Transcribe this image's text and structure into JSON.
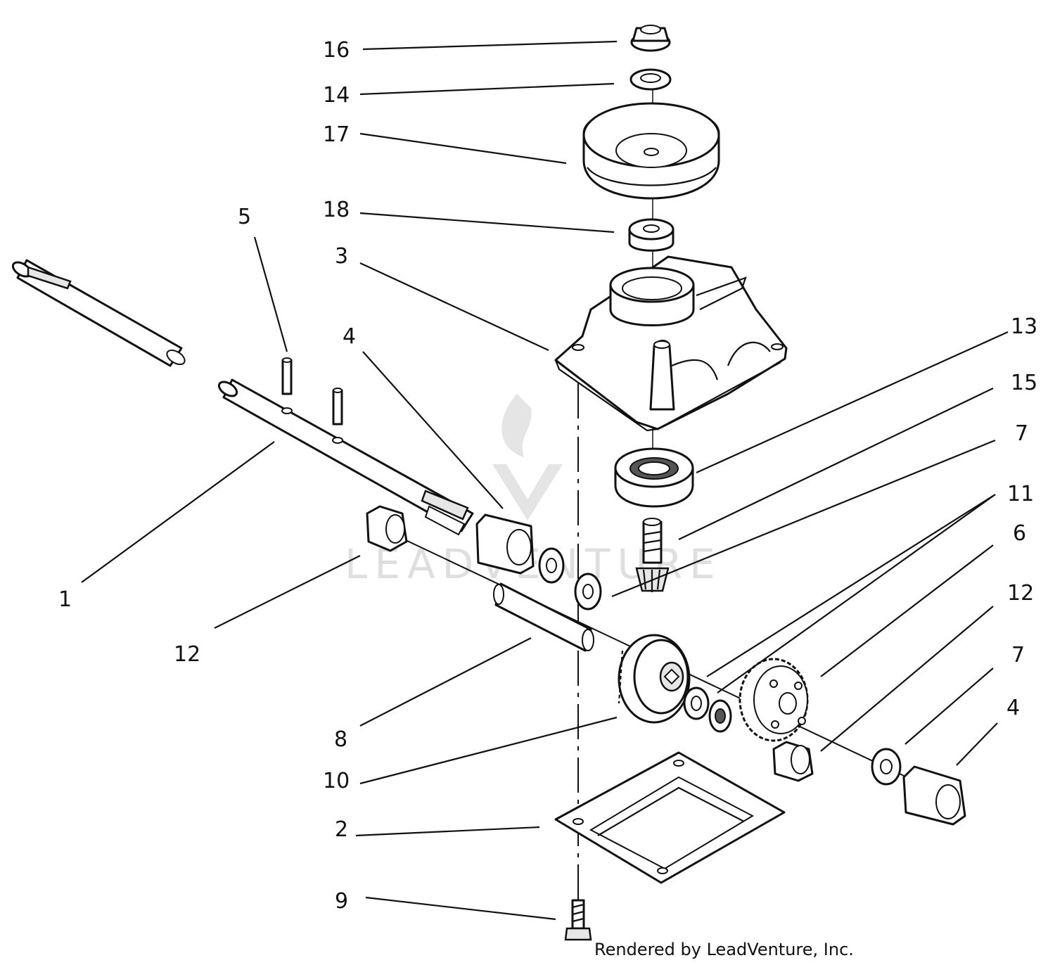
{
  "credit": "Rendered by LeadVenture, Inc.",
  "watermark": "LEADVENTURE",
  "callouts": [
    {
      "id": "c16",
      "text": "16"
    },
    {
      "id": "c14",
      "text": "14"
    },
    {
      "id": "c17",
      "text": "17"
    },
    {
      "id": "c18",
      "text": "18"
    },
    {
      "id": "c5",
      "text": "5"
    },
    {
      "id": "c3",
      "text": "3"
    },
    {
      "id": "c4a",
      "text": "4"
    },
    {
      "id": "c13",
      "text": "13"
    },
    {
      "id": "c15",
      "text": "15"
    },
    {
      "id": "c7a",
      "text": "7"
    },
    {
      "id": "c11",
      "text": "11"
    },
    {
      "id": "c6",
      "text": "6"
    },
    {
      "id": "c12b",
      "text": "12"
    },
    {
      "id": "c7b",
      "text": "7"
    },
    {
      "id": "c4b",
      "text": "4"
    },
    {
      "id": "c1",
      "text": "1"
    },
    {
      "id": "c12a",
      "text": "12"
    },
    {
      "id": "c8",
      "text": "8"
    },
    {
      "id": "c10",
      "text": "10"
    },
    {
      "id": "c2",
      "text": "2"
    },
    {
      "id": "c9",
      "text": "9"
    }
  ]
}
